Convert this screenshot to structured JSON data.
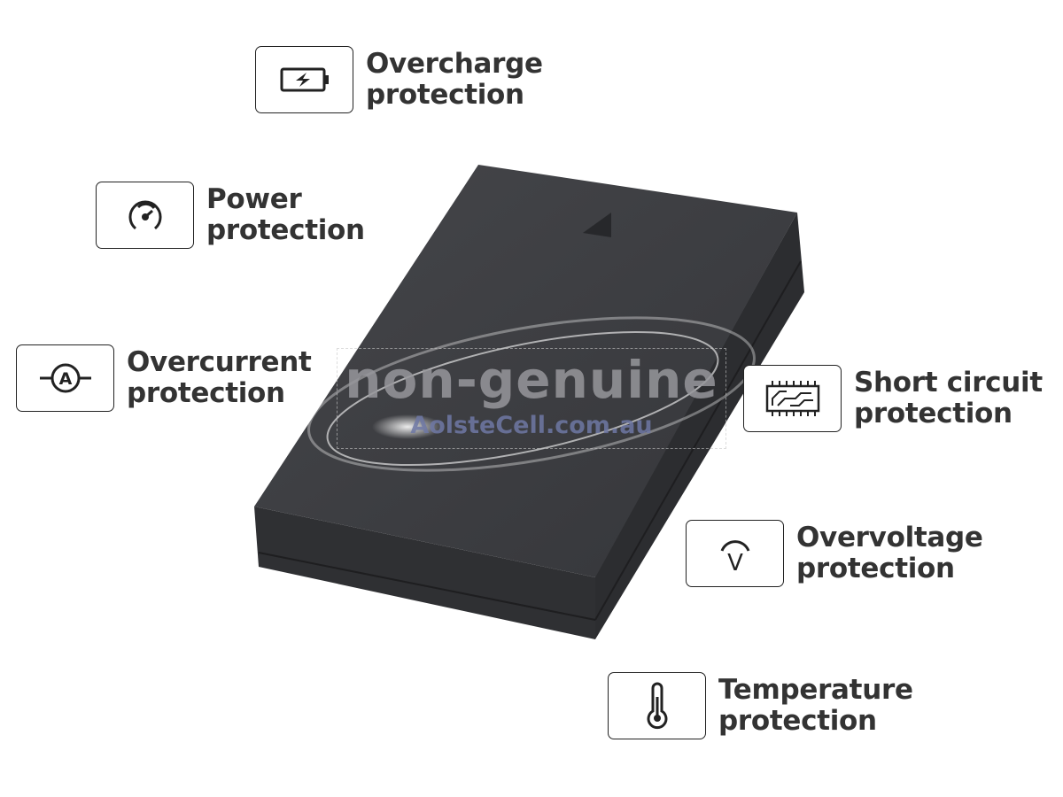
{
  "features": [
    {
      "icon": "battery-charge-icon",
      "line1": "Overcharge",
      "line2": "protection"
    },
    {
      "icon": "gauge-icon",
      "line1": "Power",
      "line2": "protection"
    },
    {
      "icon": "ammeter-icon",
      "line1": "Overcurrent",
      "line2": "protection",
      "icon_letter": "A"
    },
    {
      "icon": "circuit-board-icon",
      "line1": "Short circuit",
      "line2": "protection"
    },
    {
      "icon": "voltage-icon",
      "line1": "Overvoltage",
      "line2": "protection",
      "icon_letter": "V"
    },
    {
      "icon": "thermometer-icon",
      "line1": "Temperature",
      "line2": "protection"
    }
  ],
  "watermark": {
    "line1": "non-genuine",
    "line2": "AolsteCell.com.au"
  },
  "colors": {
    "battery": "#3a3b3e",
    "text": "#333333"
  }
}
